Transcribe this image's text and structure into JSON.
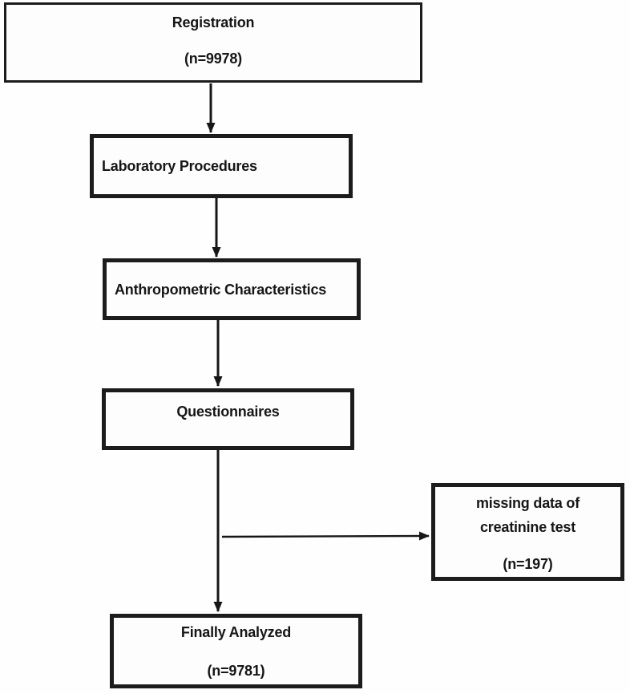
{
  "figure": {
    "type": "flowchart",
    "background": "#fefefe",
    "ink": "#161616",
    "nodes": {
      "registration": {
        "title": "Registration",
        "count": "(n=9978)"
      },
      "laboratory": {
        "title": "Laboratory Procedures"
      },
      "anthropometric": {
        "title": "Anthropometric Characteristics"
      },
      "questionnaires": {
        "title": "Questionnaires"
      },
      "missing": {
        "line1": "missing data of",
        "line2": "creatinine test",
        "count": "(n=197)"
      },
      "final": {
        "title": "Finally Analyzed",
        "count": "(n=9781)"
      }
    },
    "edges": [
      {
        "from": "registration",
        "to": "laboratory"
      },
      {
        "from": "laboratory",
        "to": "anthropometric"
      },
      {
        "from": "anthropometric",
        "to": "questionnaires"
      },
      {
        "from": "questionnaires",
        "to": "final"
      },
      {
        "from": "questionnaires",
        "to": "missing"
      }
    ]
  }
}
